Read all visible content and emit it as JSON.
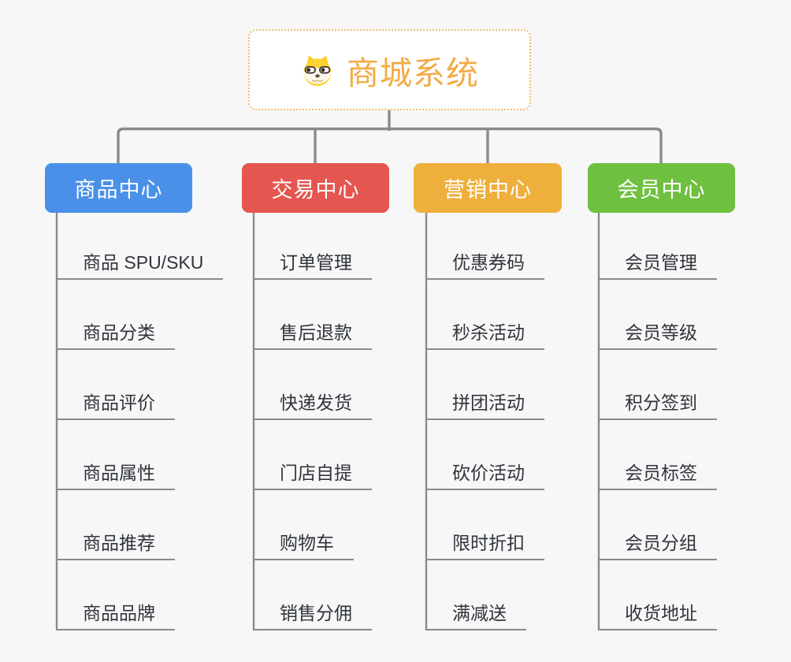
{
  "root": {
    "title": "商城系统",
    "mascot_icon": "dog-face-icon"
  },
  "branches": [
    {
      "label": "商品中心",
      "color": "#4A90E8",
      "children": [
        "商品 SPU/SKU",
        "商品分类",
        "商品评价",
        "商品属性",
        "商品推荐",
        "商品品牌"
      ]
    },
    {
      "label": "交易中心",
      "color": "#E4564F",
      "children": [
        "订单管理",
        "售后退款",
        "快递发货",
        "门店自提",
        "购物车",
        "销售分佣"
      ]
    },
    {
      "label": "营销中心",
      "color": "#EFAF3C",
      "children": [
        "优惠券码",
        "秒杀活动",
        "拼团活动",
        "砍价活动",
        "限时折扣",
        "满减送"
      ]
    },
    {
      "label": "会员中心",
      "color": "#6FC040",
      "children": [
        "会员管理",
        "会员等级",
        "积分签到",
        "会员标签",
        "会员分组",
        "收货地址"
      ]
    }
  ],
  "theme": {
    "background": "#F7F7F8",
    "connector_color": "#8B8B8B",
    "leaf_text_color": "#30353B",
    "leaf_underline_color": "#8A8A8A",
    "root_title_color": "#F3AB46",
    "root_border_color": "#F2BB66",
    "root_background": "#FFFFFF"
  }
}
